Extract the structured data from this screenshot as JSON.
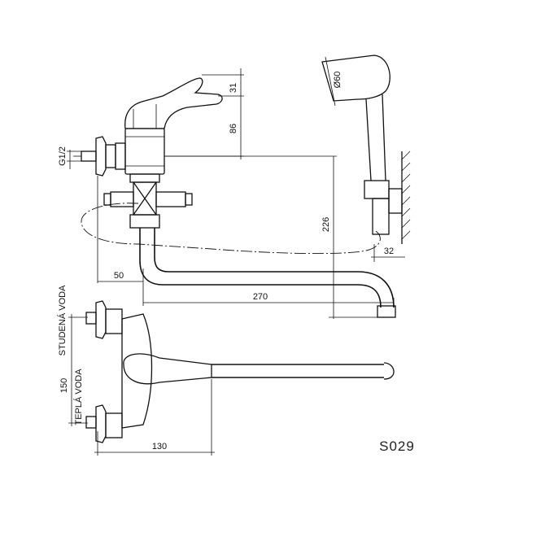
{
  "drawing": {
    "model_code": "S029",
    "dimensions": {
      "lever_top": "31",
      "body_height": "86",
      "spout_height": "226",
      "wall_offset": "50",
      "spout_reach": "270",
      "shower_offset": "32",
      "shower_diameter": "Ø60",
      "thread": "G1/2",
      "inlet_spacing": "150",
      "body_width": "130"
    },
    "labels": {
      "cold_water": "STUDENÁ VODA",
      "hot_water": "TEPLÁ VODA"
    }
  }
}
